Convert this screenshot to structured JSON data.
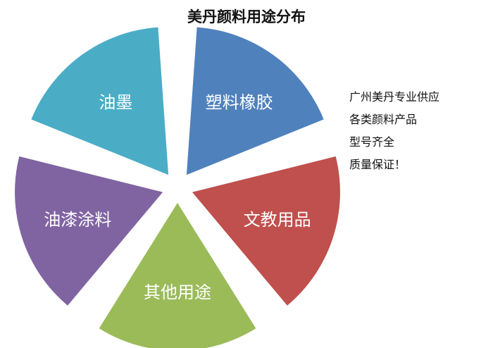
{
  "chart_data": {
    "type": "pie",
    "title": "美丹颜料用途分布",
    "categories": [
      "塑料橡胶",
      "文教用品",
      "其他用途",
      "油漆涂料",
      "油墨"
    ],
    "values": [
      20,
      20,
      20,
      20,
      20
    ],
    "colors": [
      "#4F81BD",
      "#C0504D",
      "#9BBB59",
      "#8064A2",
      "#4BACC6"
    ],
    "exploded": true,
    "legend": "none"
  },
  "note": {
    "lines": [
      "广州美丹专业供应",
      "各类颜料产品",
      "型号齐全",
      "质量保证！"
    ]
  }
}
